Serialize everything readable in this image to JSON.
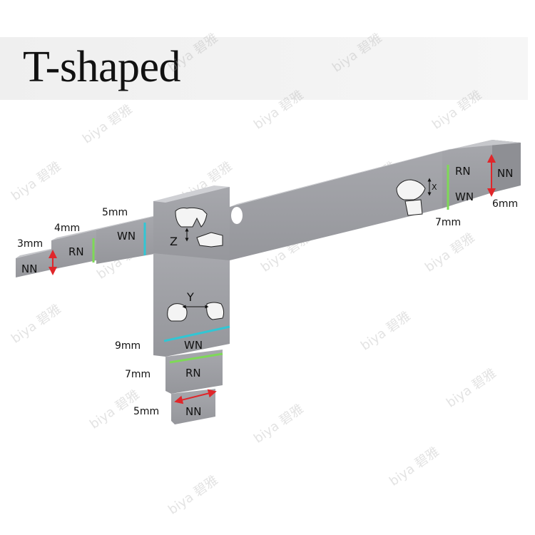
{
  "title": "T-shaped",
  "watermark": "biya 碧雅",
  "colors": {
    "metal": "#9c9da2",
    "metal_top": "#c6c7cb",
    "metal_side": "#7f8085",
    "wn_line": "#31c6d4",
    "rn_line": "#7ed957",
    "nn_line": "#e0262a"
  },
  "left_arm": {
    "labels": [
      "NN",
      "RN",
      "WN"
    ],
    "widths": [
      "3mm",
      "4mm",
      "5mm"
    ]
  },
  "right_arm": {
    "labels": [
      "RN",
      "WN",
      "NN"
    ],
    "widths": [
      "7mm",
      "6mm"
    ]
  },
  "stem": {
    "labels": [
      "WN",
      "RN",
      "NN"
    ],
    "widths": [
      "9mm",
      "7mm",
      "5mm"
    ]
  },
  "axes": [
    "Z",
    "Y",
    "X"
  ]
}
